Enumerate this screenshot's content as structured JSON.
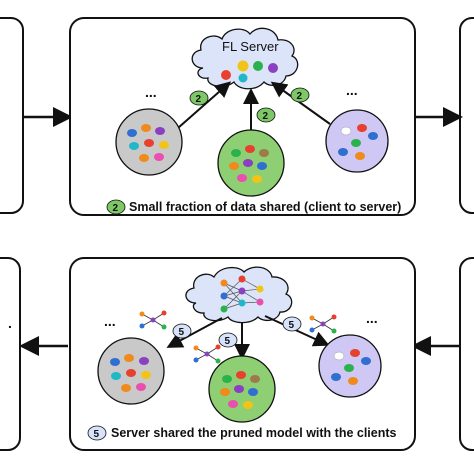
{
  "top_panel": {
    "cloud_label": "FL Server",
    "caption_number": "2",
    "caption_text": "Small fraction of data shared (client to server)",
    "arrow_badges": [
      "2",
      "2",
      "2"
    ],
    "ellipsis": [
      "...",
      "..."
    ]
  },
  "bottom_panel": {
    "caption_number": "5",
    "caption_text": "Server shared the pruned model with the clients",
    "arrow_badges": [
      "5",
      "5",
      "5"
    ],
    "ellipsis": [
      "...",
      "..."
    ],
    "left_edge_ellipsis": "."
  },
  "colors": {
    "cloud": "#dbe4f8",
    "client_gray": "#c9c9c9",
    "client_green": "#8fcf73",
    "client_lavender": "#cfc8f4",
    "badge_green": "#7dc766",
    "badge_blue": "#d7e3fb",
    "dot_palette": [
      "#2f6fd0",
      "#e8402f",
      "#f2c417",
      "#8b3fc1",
      "#2bb24c",
      "#20b7c9",
      "#f08a1c",
      "#ea4fb0",
      "#9e7a4a"
    ]
  }
}
